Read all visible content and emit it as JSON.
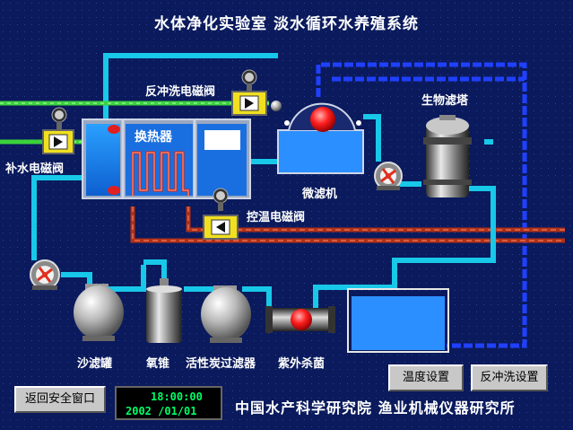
{
  "header": {
    "title": "水体净化实验室  淡水循环水养殖系统"
  },
  "labels": {
    "backwash_valve": "反冲洗电磁阀",
    "biofilter_tower": "生物滤塔",
    "refill_valve": "补水电磁阀",
    "heat_exchanger": "换热器",
    "microfilter": "微滤机",
    "temp_control_valve": "控温电磁阀",
    "sand_filter": "沙滤罐",
    "oxygen_cone": "氧锥",
    "carbon_filter": "活性炭过滤器",
    "uv_sterilizer": "紫外杀菌"
  },
  "buttons": {
    "temperature_settings": "温度设置",
    "backwash_settings": "反冲洗设置",
    "return_safe_window": "返回安全窗口"
  },
  "clock": {
    "time": "18:00:00",
    "date": "2002    /01/01"
  },
  "footer": {
    "org": "中国水产科学研究院  渔业机械仪器研究所"
  },
  "colors": {
    "background": "#0a1a5c",
    "grid_dots": "#2a3f8f",
    "water_pipe": "#18c8e8",
    "air_pipe": "#3cd23c",
    "return_pipe": "#2040ff",
    "hot_pipe": "#b03018",
    "valve_yellow": "#f0e020",
    "pump_red": "#e03020"
  }
}
